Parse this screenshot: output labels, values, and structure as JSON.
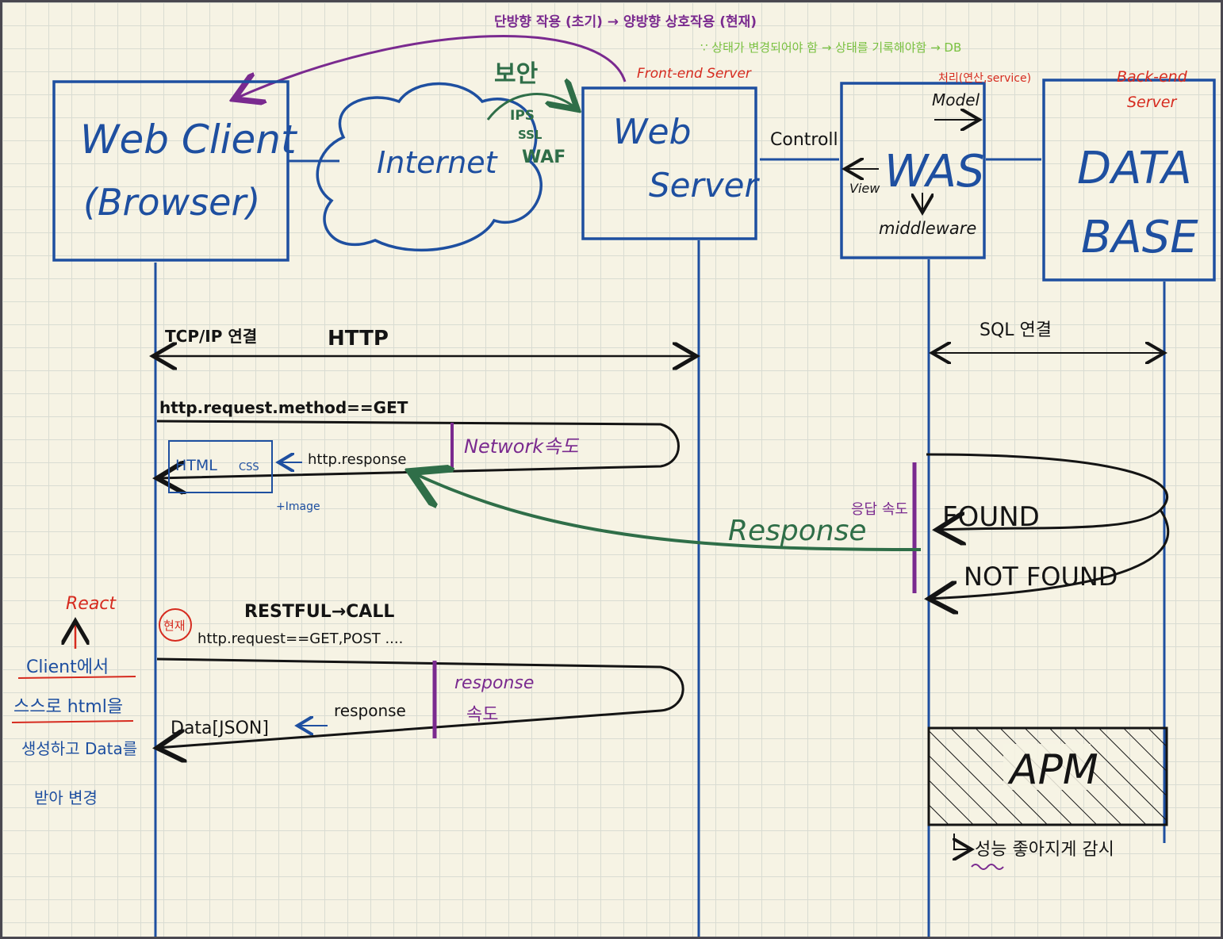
{
  "colors": {
    "blue": "#1e4fa0",
    "black": "#141414",
    "red": "#d62b1f",
    "purple": "#7a2a8f",
    "green": "#2f6e48",
    "lightgreen": "#7ac141"
  },
  "header": {
    "purple_note": "단방향 작용 (초기) → 양방향 상호작용 (현재)",
    "green_note": "∵ 상태가 변경되어야 함 → 상태를 기록해야함 → DB"
  },
  "nodes": {
    "web_client": {
      "line1": "Web Client",
      "line2": "(Browser)"
    },
    "internet": "Internet",
    "security": {
      "title": "보안",
      "items": [
        "IPS",
        "SSL",
        "WAF"
      ]
    },
    "web_server": {
      "line1": "Web",
      "line2": "Server",
      "tag": "Front-end Server"
    },
    "controll": "Controll",
    "was": {
      "label": "WAS",
      "model": "Model",
      "view": "View",
      "middleware": "middleware",
      "tag": "처리(연산,service)"
    },
    "database": {
      "line1": "DATA",
      "line2": "BASE",
      "tag": "Back-end Server"
    }
  },
  "messages": {
    "tcp": "TCP/IP 연결",
    "http": "HTTP",
    "sql": "SQL 연결",
    "request_get": "http.request.method==GET",
    "html": "HTML",
    "css": "CSS",
    "image": "+Image",
    "http_response": "http.response",
    "network_speed": "Network속도",
    "found": "FOUND",
    "not_found": "NOT FOUND",
    "response_big": "Response",
    "response_speed": "응답 속도",
    "restful_call": "RESTFUL→CALL",
    "now": "현재",
    "request_getpost": "http.request==GET,POST ....",
    "response_speed2_a": "response",
    "response_speed2_b": "속도",
    "data_json": "Data[JSON]",
    "response_small": "response",
    "apm": "APM",
    "apm_note": "성능 좋아지게 감시"
  },
  "side_notes": {
    "react": "React",
    "line1": "Client에서",
    "line2": "스스로 html을",
    "line3": "생성하고 Data를",
    "line4": "받아 변경"
  }
}
